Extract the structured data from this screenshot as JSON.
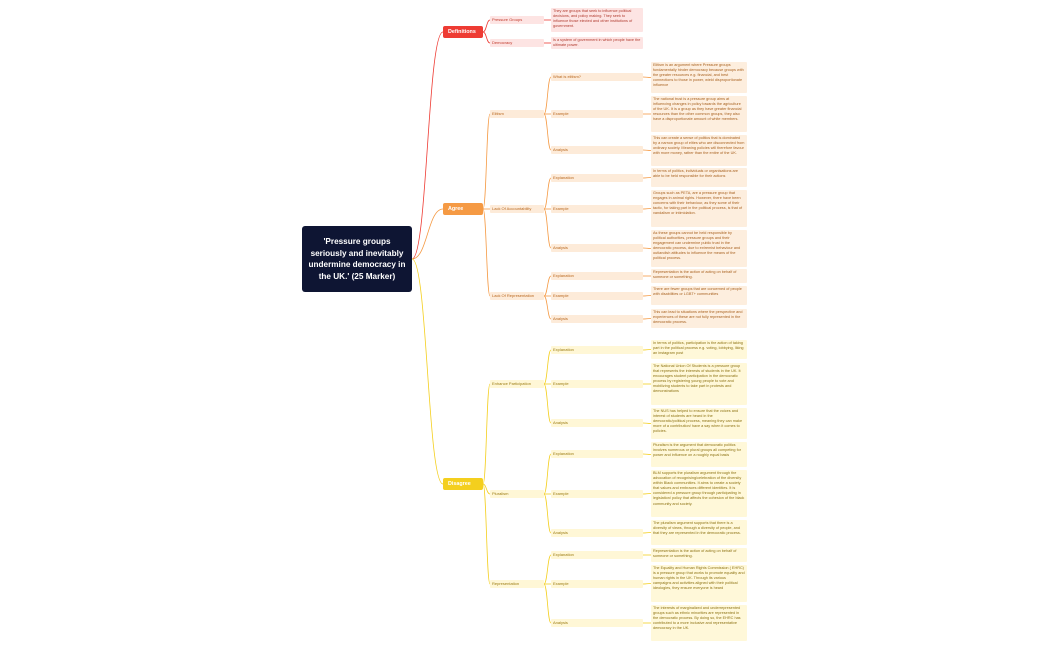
{
  "root": {
    "text": "'Pressure groups seriously and inevitably undermine democracy in the UK.' (25 Marker)"
  },
  "colors": {
    "red": "#ee3b33",
    "orange": "#f59a44",
    "yellow": "#f4cf1e",
    "root_bg": "#0e1533"
  },
  "definitions": {
    "label": "Definitions",
    "items": [
      {
        "label": "Pressure Groups",
        "note": "They are groups that seek to influence political decisions, and policy making. They seek to influence those elected and other institutions of government."
      },
      {
        "label": "Democracy",
        "note": "Is a system of government in which people have the ultimate power."
      }
    ]
  },
  "agree": {
    "label": "Agree",
    "groups": [
      {
        "label": "Elitism",
        "items": [
          {
            "label": "What is elitism?",
            "note": "Elitism is an argument where Pressure groups fundamentally hinder democracy because groups with the greater resources e.g. financial, and best connections to those in power, wield disproportionate influence"
          },
          {
            "label": "Example",
            "note": "The national trust is a pressure group aims at influencing changes in policy towards the agriculture of the UK. It is a group as they have greater financial resources than the other common groups, they also have a disproportionate amount of white members."
          },
          {
            "label": "Analysis",
            "note": "This can create a sense of politics that is dominated by a narrow group of elites who are disconnected from ordinary society. Meaning policies will therefore favour with more money, rather than the entire of the UK."
          }
        ]
      },
      {
        "label": "Lack Of Accountability",
        "items": [
          {
            "label": "Explanation",
            "note": "In terms of politics, individuals or organisations are able to be held responsible for their actions"
          },
          {
            "label": "Example",
            "note": "Groups such as PETA, are a pressure group that engages in animal rights. However, there have been concerns with their behaviour, as they some of their tactic, for taking part in the political process, is that of vandalism or intimidation."
          },
          {
            "label": "Analysis",
            "note": "As these groups cannot be held responsible by political authorities, pressure groups and their engagement can undermine public trust in the democratic process, due to extremist behaviour and outlandish attitudes to influence the means of the political process."
          }
        ]
      },
      {
        "label": "Lack Of Representation",
        "items": [
          {
            "label": "Explanation",
            "note": "Representation is the action of acting on behalf of someone or something."
          },
          {
            "label": "Example",
            "note": "There are fewer groups that are concerned of people with disabilities or LGBT+ communities"
          },
          {
            "label": "Analysis",
            "note": "This can lead to situations where the perspective and experiences of these are not fully represented in the democratic process."
          }
        ]
      }
    ]
  },
  "disagree": {
    "label": "Disagree",
    "groups": [
      {
        "label": "Enhance Participation",
        "items": [
          {
            "label": "Explanation",
            "note": "In terms of politics, participation is the action of taking part in the political process e.g. voting, lobbying, liking an instagram post"
          },
          {
            "label": "Example",
            "note": "The National Union Of Students is a pressure group that represents the interests of students in the UK. It encourages student participation in the democratic process by registering young people to vote and mobilizing students to take part in protests and demonstrations"
          },
          {
            "label": "Analysis",
            "note": "The NUS has helped to ensure that the voices and interest of students are heard in the democratic/political process, meaning they can make more of a contribution/ have a say when it comes to policies."
          }
        ]
      },
      {
        "label": "Pluralism",
        "items": [
          {
            "label": "Explanation",
            "note": "Pluralism is the argument that democratic politics involves numerous or plural groups all competing for power and influence on a roughly equal basis"
          },
          {
            "label": "Example",
            "note": "BLM supports the pluralism argument through the advocation of recognising/celebration of the diversity within Black communities. It aims to create a society that values and embraces different identities. It is considered a pressure group through participating in legislation/ policy that affects the cohesion of the black community and society."
          },
          {
            "label": "Analysis",
            "note": "The pluralism argument supports that there is a diversity of views, through a diversity of people, and that they are represented in the democratic process."
          }
        ]
      },
      {
        "label": "Representation",
        "items": [
          {
            "label": "Explanation",
            "note": "Representation is the action of acting on behalf of someone or something."
          },
          {
            "label": "Example",
            "note": "The Equality and Human Rights Commission ( EHRC) is a pressure group that works to promote equality and human rights in the UK. Through its various campaigns and activities aligned with their political ideologies, they ensure everyone is heard"
          },
          {
            "label": "Analysis",
            "note": "The interests of marginalized and underrepresented groups such as ethnic minorities are represented in the democratic process. By doing so, the EHRC has contributed to a more inclusive and representative democracy in the UK."
          }
        ]
      }
    ]
  }
}
